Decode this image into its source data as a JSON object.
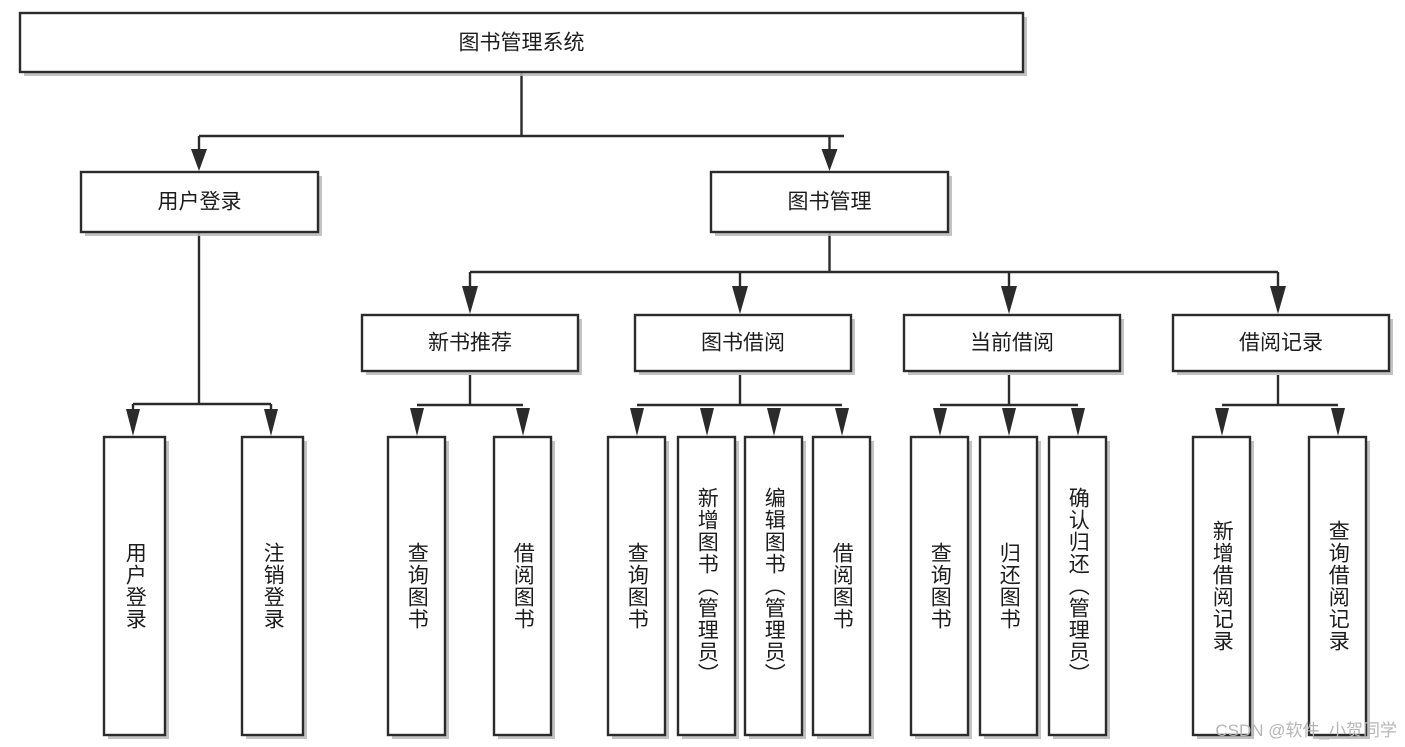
{
  "diagram": {
    "type": "tree-hierarchy",
    "title": "图书管理系统",
    "orientation": "top-down",
    "watermark": "CSDN @软件_小贺同学",
    "colors": {
      "stroke": "#2b2b2b",
      "box_fill": "#ffffff",
      "text": "#1d1d1d",
      "shadow": "#b9b9b9",
      "watermark": "#b6b6b6",
      "background": "#ffffff"
    },
    "root": {
      "id": "root",
      "label": "图书管理系统"
    },
    "level2": [
      {
        "id": "user-login",
        "label": "用户登录"
      },
      {
        "id": "book-manage",
        "label": "图书管理"
      }
    ],
    "level3": [
      {
        "id": "new-book-rec",
        "label": "新书推荐",
        "parent": "book-manage"
      },
      {
        "id": "book-borrow",
        "label": "图书借阅",
        "parent": "book-manage"
      },
      {
        "id": "current-borrow",
        "label": "当前借阅",
        "parent": "book-manage"
      },
      {
        "id": "borrow-record",
        "label": "借阅记录",
        "parent": "book-manage"
      }
    ],
    "leaves": [
      {
        "id": "leaf-user-login",
        "label": "用户登录",
        "parent": "user-login"
      },
      {
        "id": "leaf-logout",
        "label": "注销登录",
        "parent": "user-login"
      },
      {
        "id": "leaf-query-book-1",
        "label": "查询图书",
        "parent": "new-book-rec"
      },
      {
        "id": "leaf-borrow-book-1",
        "label": "借阅图书",
        "parent": "new-book-rec"
      },
      {
        "id": "leaf-query-book-2",
        "label": "查询图书",
        "parent": "book-borrow"
      },
      {
        "id": "leaf-add-book",
        "label": "新增图书（管理员）",
        "parent": "book-borrow"
      },
      {
        "id": "leaf-edit-book",
        "label": "编辑图书（管理员）",
        "parent": "book-borrow"
      },
      {
        "id": "leaf-borrow-book-2",
        "label": "借阅图书",
        "parent": "book-borrow"
      },
      {
        "id": "leaf-query-book-3",
        "label": "查询图书",
        "parent": "current-borrow"
      },
      {
        "id": "leaf-return-book",
        "label": "归还图书",
        "parent": "current-borrow"
      },
      {
        "id": "leaf-confirm-return",
        "label": "确认归还（管理员）",
        "parent": "current-borrow"
      },
      {
        "id": "leaf-add-record",
        "label": "新增借阅记录",
        "parent": "borrow-record"
      },
      {
        "id": "leaf-query-record",
        "label": "查询借阅记录",
        "parent": "borrow-record"
      }
    ]
  }
}
